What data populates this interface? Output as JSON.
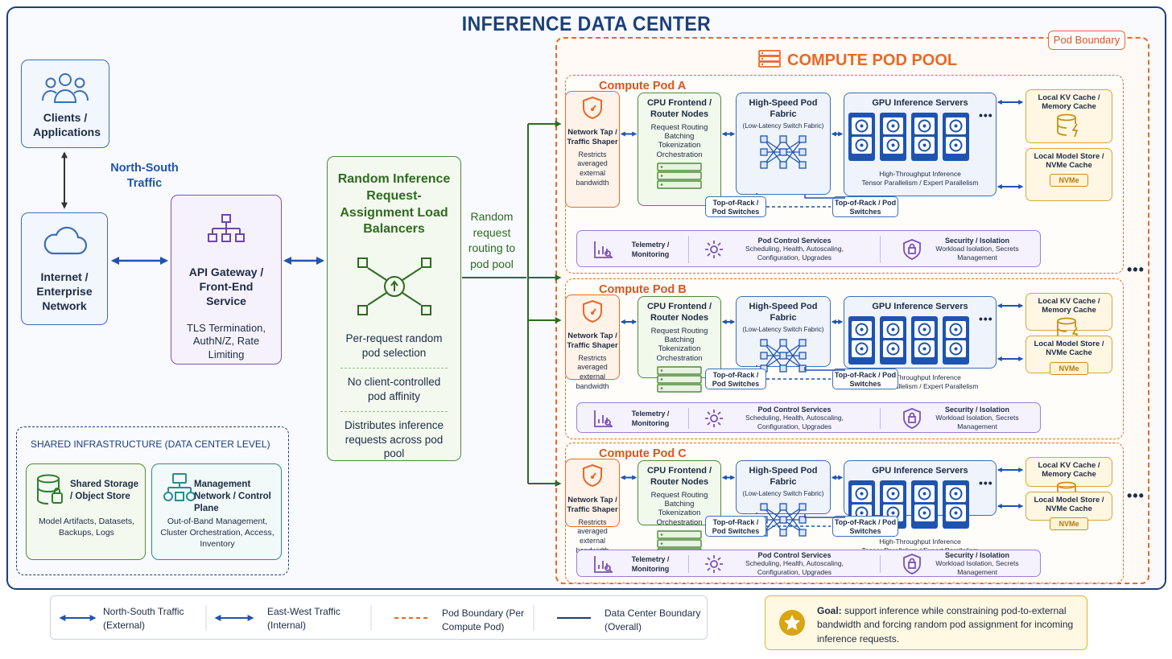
{
  "title": "INFERENCE DATA CENTER",
  "clients": {
    "label": "Clients / Applications"
  },
  "internet": {
    "label": "Internet / Enterprise Network"
  },
  "north_south_label": "North-South Traffic",
  "api_gateway": {
    "title": "API Gateway / Front-End Service",
    "details": "TLS Termination, AuthN/Z, Rate Limiting"
  },
  "load_balancer": {
    "title": "Random Inference Request-Assignment Load Balancers",
    "items": [
      "Per-request random pod selection",
      "No client-controlled pod affinity",
      "Distributes inference requests across pod pool"
    ]
  },
  "routing_label": "Random request routing to pod pool",
  "pool": {
    "title": "COMPUTE POD POOL",
    "boundary_tag": "Pod Boundary"
  },
  "pods": [
    {
      "title": "Compute Pod A"
    },
    {
      "title": "Compute Pod B"
    },
    {
      "title": "Compute Pod C"
    }
  ],
  "pod_common": {
    "tap_title": "Network Tap / Traffic Shaper",
    "tap_desc": "Restricts averaged external bandwidth",
    "cpu_title": "CPU Frontend / Router Nodes",
    "cpu_desc": "Request Routing Batching Tokenization Orchestration",
    "fabric_title": "High-Speed Pod Fabric",
    "fabric_desc": "(Low-Latency Switch Fabric)",
    "gpu_title": "GPU Inference Servers",
    "gpu_desc1": "High-Throughput Inference",
    "gpu_desc2": "Tensor Parallelism / Expert Parallelism",
    "tor_label": "Top-of-Rack / Pod Switches",
    "kv_title": "Local KV Cache / Memory Cache",
    "store_title": "Local Model Store / NVMe Cache",
    "nvme_label": "NVMe",
    "telemetry": "Telemetry / Monitoring",
    "control_title": "Pod Control Services",
    "control_desc": "Scheduling, Health, Autoscaling, Configuration, Upgrades",
    "security_title": "Security / Isolation",
    "security_desc": "Workload Isolation, Secrets Management",
    "ellipsis": "•••"
  },
  "shared": {
    "title": "SHARED INFRASTRUCTURE (DATA CENTER LEVEL)",
    "storage_title": "Shared Storage / Object Store",
    "storage_desc": "Model Artifacts, Datasets, Backups, Logs",
    "mgmt_title": "Management Network / Control Plane",
    "mgmt_desc": "Out-of-Band Management, Cluster Orchestration, Access, Inventory"
  },
  "legend": [
    {
      "label": "North-South Traffic (External)"
    },
    {
      "label": "East-West Traffic (Internal)"
    },
    {
      "label": "Pod Boundary (Per Compute Pod)"
    },
    {
      "label": "Data Center Boundary (Overall)"
    }
  ],
  "goal": {
    "label": "Goal:",
    "text": "support inference while constraining pod-to-external bandwidth and forcing random pod assignment for incoming inference requests."
  },
  "colors": {
    "navy": "#1b3f7a",
    "blue": "#1e54b0",
    "green": "#2e6b1e",
    "orange": "#e8692a",
    "purple": "#7a52b5",
    "gold": "#e0b23a"
  }
}
